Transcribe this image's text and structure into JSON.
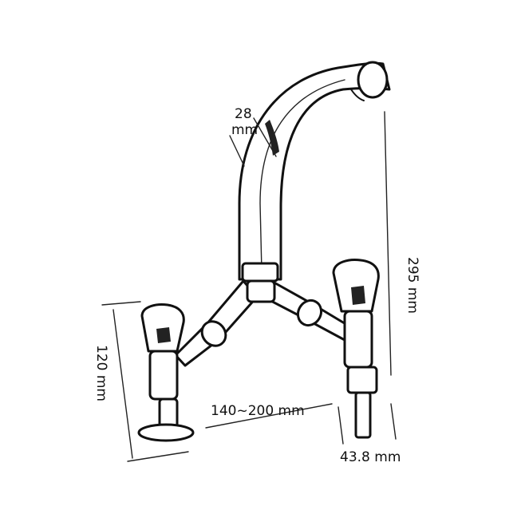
{
  "dimensions": {
    "pipe_diameter": "28",
    "pipe_diameter_unit": "mm",
    "height": "295 mm",
    "handle_height": "120 mm",
    "spacing": "140~200 mm",
    "base_diameter": "43.8 mm"
  },
  "colors": {
    "ink": "#111111",
    "background": "#ffffff"
  }
}
